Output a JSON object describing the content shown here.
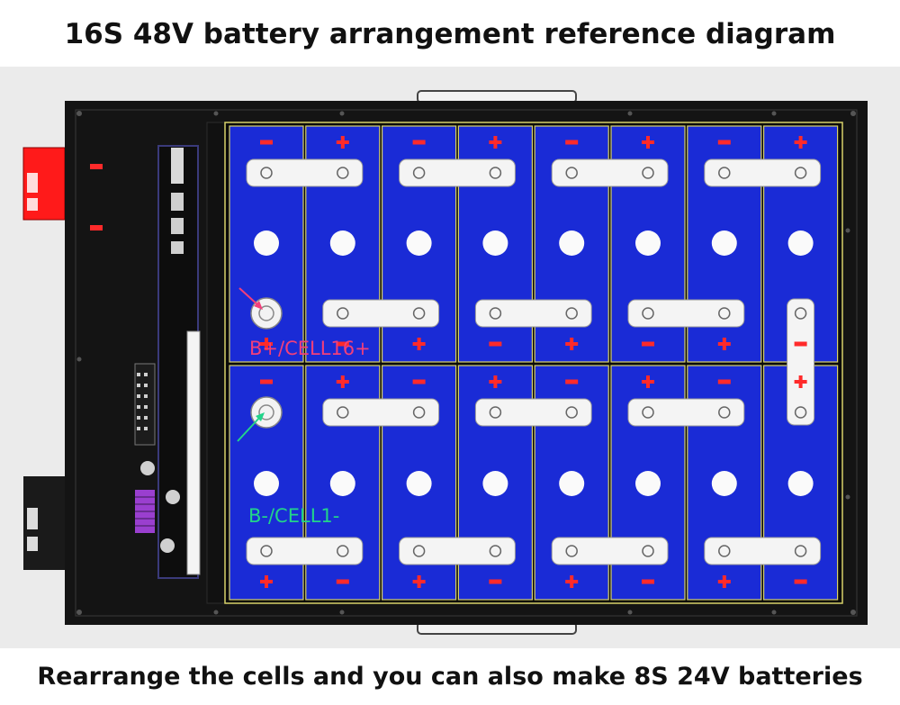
{
  "title": "16S 48V battery arrangement reference diagram",
  "footer": "Rearrange the cells and you can also make 8S 24V batteries",
  "labels": {
    "positive_terminal": "B+/CELL16+",
    "negative_terminal": "B-/CELL1-"
  },
  "polarity": {
    "plus": "+",
    "minus": "−"
  },
  "colors": {
    "cell_blue": "#1a2bd6",
    "terminal_red": "#ff2a2a",
    "connector_red": "#ff1a1a",
    "case_black": "#141414",
    "busbar": "#f4f4f4",
    "cell_outline": "#d8d26a",
    "positive_label": "#f23f7a",
    "negative_label": "#22d48a",
    "bms_purple": "#9a3fcf"
  }
}
